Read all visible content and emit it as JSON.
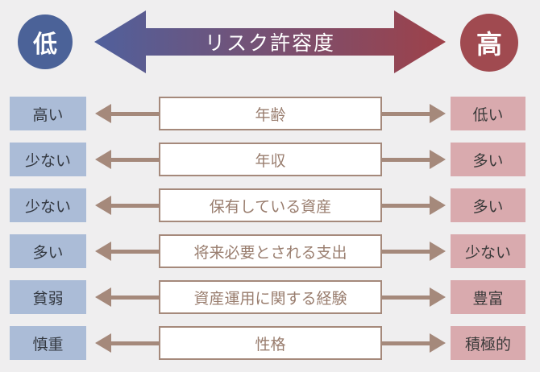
{
  "title": "リスク許容度",
  "colors": {
    "background": "#efeeef",
    "low_circle": "#4b6298",
    "high_circle": "#a04a50",
    "gradient_from": "#50609c",
    "gradient_to": "#9e4149",
    "row_low_box": "#abbcd7",
    "row_high_box": "#d9aaae",
    "arrow_brown": "#a5897b",
    "factor_text": "#997d6e"
  },
  "header": {
    "low_label": "低",
    "high_label": "高",
    "arrow_title": "リスク許容度"
  },
  "rows": [
    {
      "low": "高い",
      "factor": "年齢",
      "high": "低い"
    },
    {
      "low": "少ない",
      "factor": "年収",
      "high": "多い"
    },
    {
      "low": "少ない",
      "factor": "保有している資産",
      "high": "多い"
    },
    {
      "low": "多い",
      "factor": "将来必要とされる支出",
      "high": "少ない"
    },
    {
      "low": "貧弱",
      "factor": "資産運用に関する経験",
      "high": "豊富"
    },
    {
      "low": "慎重",
      "factor": "性格",
      "high": "積極的"
    }
  ]
}
